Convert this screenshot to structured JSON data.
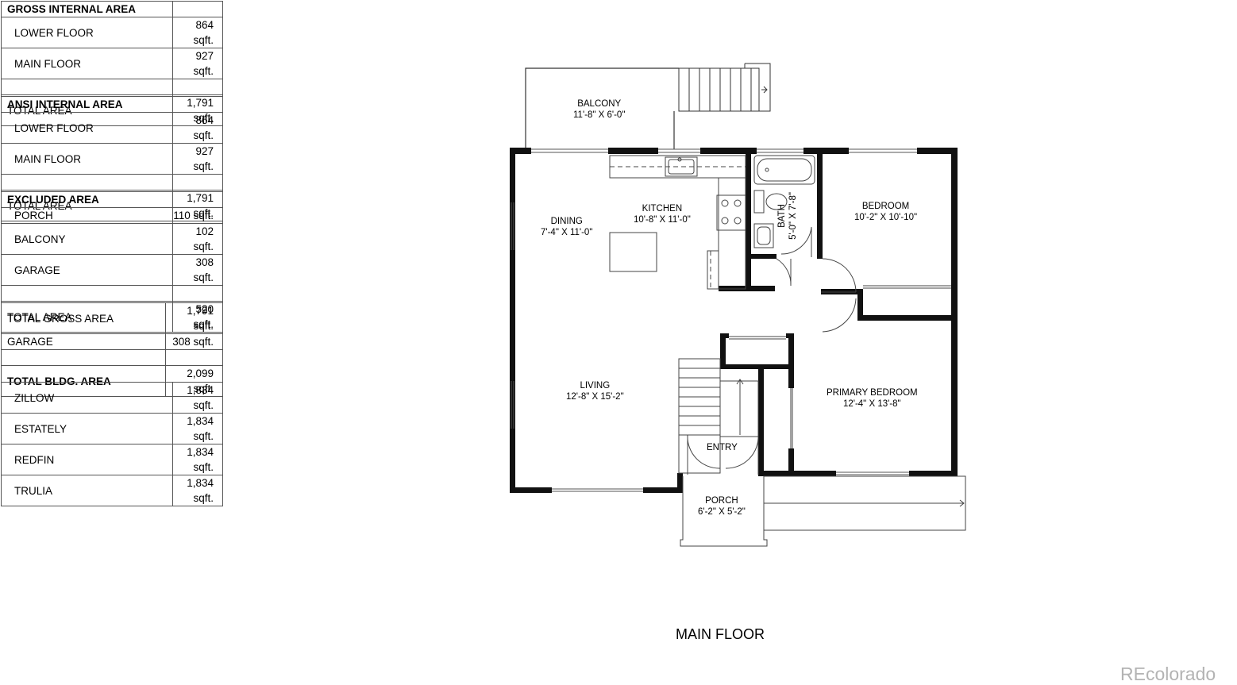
{
  "tables": [
    {
      "header": "GROSS INTERNAL AREA",
      "rows": [
        {
          "label": "LOWER FLOOR",
          "value": "864 sqft."
        },
        {
          "label": "MAIN FLOOR",
          "value": "927 sqft."
        }
      ],
      "total_label": "TOTAL AREA",
      "total_value": "1,791 sqft."
    },
    {
      "header": "ANSI INTERNAL AREA",
      "rows": [
        {
          "label": "LOWER FLOOR",
          "value": "864 sqft."
        },
        {
          "label": "MAIN FLOOR",
          "value": "927 sqft."
        }
      ],
      "total_label": "TOTAL AREA",
      "total_value": "1,791 sqft."
    },
    {
      "header": "EXCLUDED AREA",
      "rows": [
        {
          "label": "PORCH",
          "value": "110 sqft."
        },
        {
          "label": "BALCONY",
          "value": "102 sqft."
        },
        {
          "label": "GARAGE",
          "value": "308 sqft."
        }
      ],
      "total_label": "TOTAL AREA",
      "total_value": "520 sqft."
    },
    {
      "rows": [
        {
          "label": "TOTAL GROSS AREA",
          "value": "1,791 sqft."
        },
        {
          "label": "GARAGE",
          "value": "308 sqft."
        }
      ],
      "total_label": "TOTAL BLDG. AREA",
      "total_value": "2,099 sqft."
    },
    {
      "rows": [
        {
          "label": "ZILLOW",
          "value": "1,834 sqft."
        },
        {
          "label": "ESTATELY",
          "value": "1,834 sqft."
        },
        {
          "label": "REDFIN",
          "value": "1,834 sqft."
        },
        {
          "label": "TRULIA",
          "value": "1,834 sqft."
        }
      ]
    }
  ],
  "rooms": {
    "balcony": {
      "name": "BALCONY",
      "dims": "11'-8\" X 6'-0\""
    },
    "kitchen": {
      "name": "KITCHEN",
      "dims": "10'-8\" X 11'-0\""
    },
    "dining": {
      "name": "DINING",
      "dims": "7'-4\" X 11'-0\""
    },
    "bath": {
      "name": "BATH",
      "dims": "5'-0\" X 7'-8\""
    },
    "bedroom": {
      "name": "BEDROOM",
      "dims": "10'-2\" X 10'-10\""
    },
    "living": {
      "name": "LIVING",
      "dims": "12'-8\" X 15'-2\""
    },
    "primary_bedroom": {
      "name": "PRIMARY BEDROOM",
      "dims": "12'-4\" X 13'-8\""
    },
    "entry": {
      "name": "ENTRY"
    },
    "porch": {
      "name": "PORCH",
      "dims": "6'-2\" X 5'-2\""
    }
  },
  "floor_title": "MAIN FLOOR",
  "watermark": "REcolorado"
}
